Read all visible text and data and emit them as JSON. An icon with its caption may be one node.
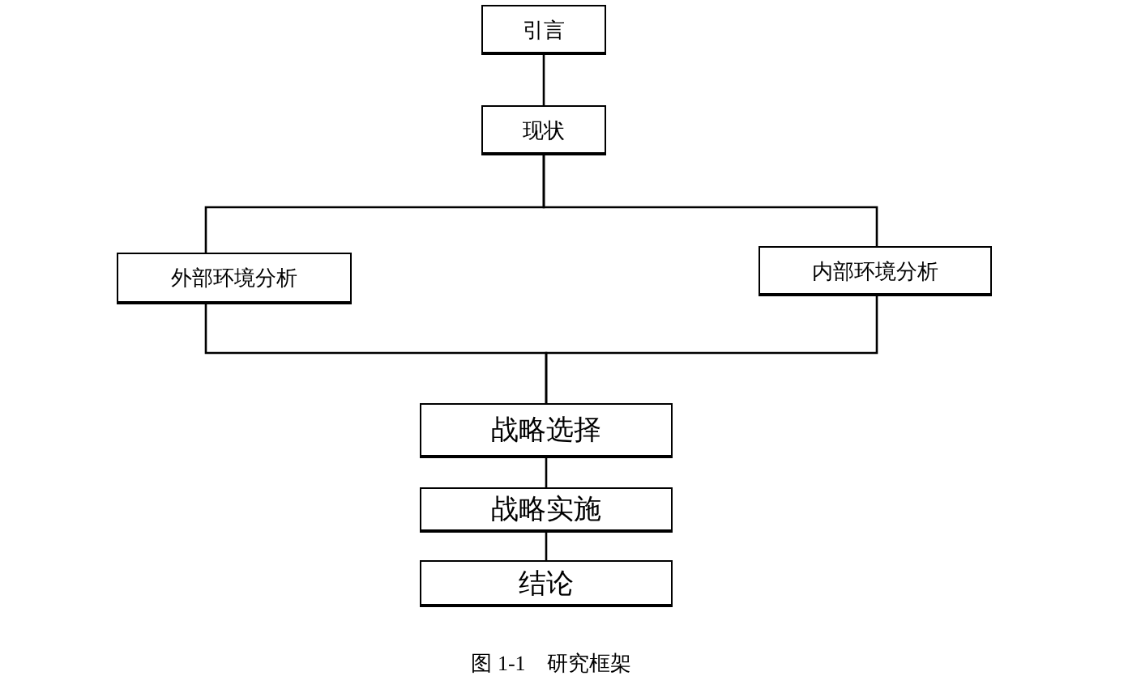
{
  "diagram": {
    "caption": "图 1-1　研究框架",
    "nodes": [
      {
        "text": [
          "引言"
        ]
      },
      {
        "text": [
          "现状"
        ]
      },
      {
        "text": [
          "外部环境分析"
        ]
      },
      {
        "text": [
          "内部环境分析"
        ]
      },
      {
        "text": [
          "战略选择"
        ]
      },
      {
        "text": [
          "战略实施"
        ]
      },
      {
        "text": [
          "结论"
        ]
      }
    ],
    "edges": [
      {
        "from": 0,
        "to": 1,
        "arrow": "none"
      },
      {
        "from": 1,
        "to": 2,
        "arrow": "none"
      },
      {
        "from": 1,
        "to": 3,
        "arrow": "none"
      },
      {
        "from": 2,
        "to": 4,
        "arrow": "none"
      },
      {
        "from": 3,
        "to": 4,
        "arrow": "none"
      },
      {
        "from": 4,
        "to": 5,
        "arrow": "none"
      },
      {
        "from": 5,
        "to": 6,
        "arrow": "none"
      }
    ]
  }
}
